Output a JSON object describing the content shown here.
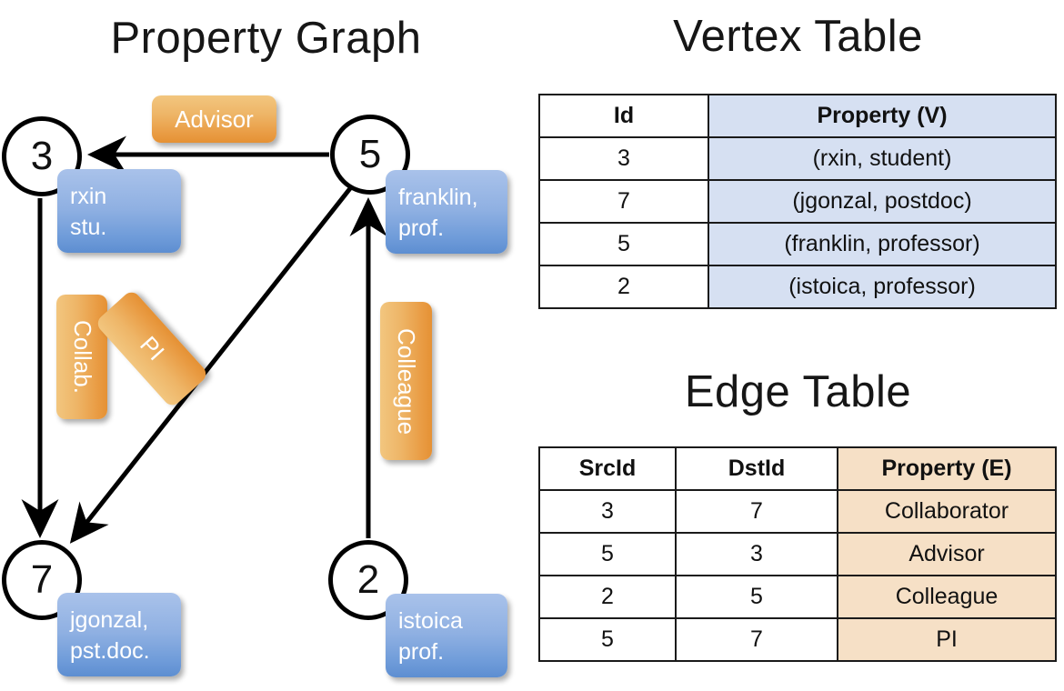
{
  "titles": {
    "property_graph": "Property Graph",
    "vertex_table": "Vertex Table",
    "edge_table": "Edge Table"
  },
  "graph": {
    "nodes": [
      {
        "id": "3",
        "label": "3",
        "property": "rxin\nstu."
      },
      {
        "id": "5",
        "label": "5",
        "property": "franklin,\nprof."
      },
      {
        "id": "7",
        "label": "7",
        "property": "jgonzal,\npst.doc."
      },
      {
        "id": "2",
        "label": "2",
        "property": "istoica\nprof."
      }
    ],
    "edge_labels": [
      {
        "name": "advisor",
        "text": "Advisor"
      },
      {
        "name": "collab",
        "text": "Collab."
      },
      {
        "name": "pi",
        "text": "PI"
      },
      {
        "name": "colleague",
        "text": "Colleague"
      }
    ],
    "edges": [
      {
        "from": "5",
        "to": "3",
        "label": "Advisor"
      },
      {
        "from": "3",
        "to": "7",
        "label": "Collab."
      },
      {
        "from": "5",
        "to": "7",
        "label": "PI"
      },
      {
        "from": "2",
        "to": "5",
        "label": "Colleague"
      }
    ]
  },
  "vertex_table": {
    "headers": [
      "Id",
      "Property (V)"
    ],
    "rows": [
      {
        "id": "3",
        "property": "(rxin, student)"
      },
      {
        "id": "7",
        "property": "(jgonzal, postdoc)"
      },
      {
        "id": "5",
        "property": "(franklin, professor)"
      },
      {
        "id": "2",
        "property": "(istoica, professor)"
      }
    ]
  },
  "edge_table": {
    "headers": [
      "SrcId",
      "DstId",
      "Property (E)"
    ],
    "rows": [
      {
        "src": "3",
        "dst": "7",
        "property": "Collaborator"
      },
      {
        "src": "5",
        "dst": "3",
        "property": "Advisor"
      },
      {
        "src": "2",
        "dst": "5",
        "property": "Colleague"
      },
      {
        "src": "5",
        "dst": "7",
        "property": "PI"
      }
    ]
  },
  "colors": {
    "vertex_property_fill": "#d6e0f2",
    "edge_property_fill": "#f6e0c6",
    "node_property_box": "#8fb0e2",
    "edge_label_box": "#eeb567",
    "stroke": "#000000",
    "background": "#ffffff"
  }
}
